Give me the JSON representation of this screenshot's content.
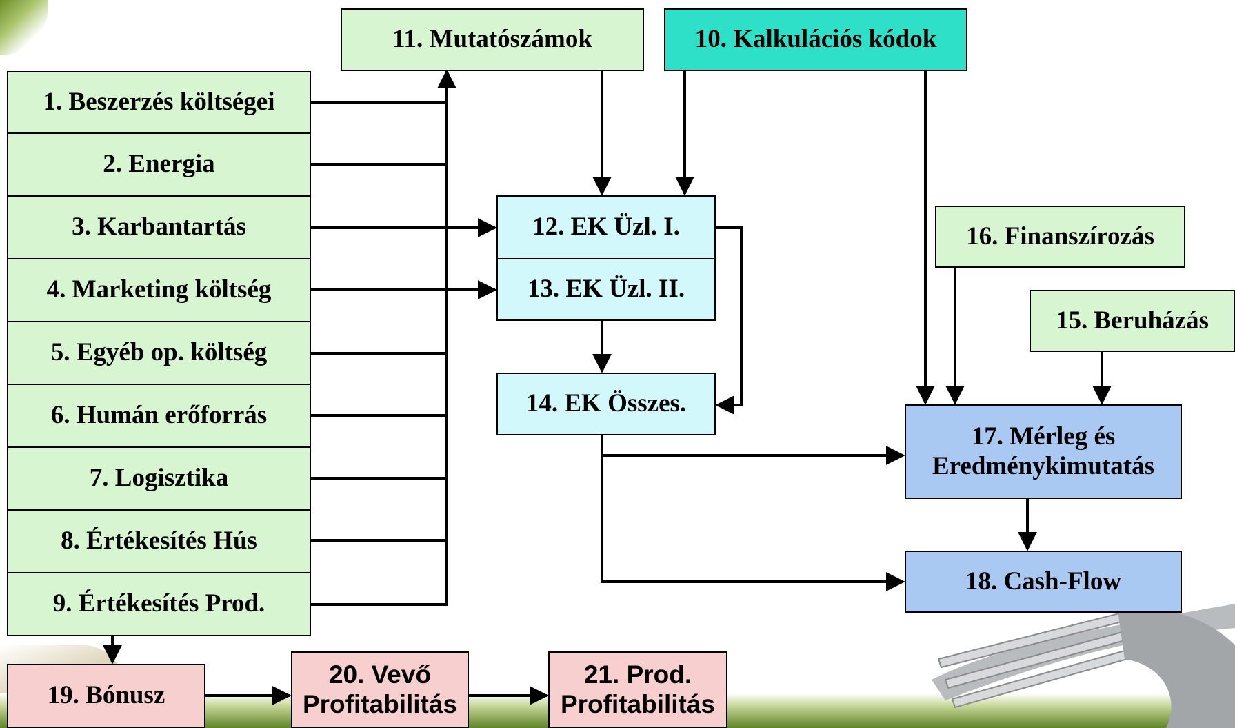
{
  "nodes": {
    "n1": "1. Beszerzés költségei",
    "n2": "2. Energia",
    "n3": "3. Karbantartás",
    "n4": "4. Marketing költség",
    "n5": "5. Egyéb op. költség",
    "n6": "6. Humán erőforrás",
    "n7": "7. Logisztika",
    "n8": "8. Értékesítés Hús",
    "n9": "9. Értékesítés Prod.",
    "n10": "10. Kalkulációs kódok",
    "n11": "11. Mutatószámok",
    "n12": "12. EK Üzl. I.",
    "n13": "13. EK Üzl. II.",
    "n14": "14. EK Összes.",
    "n15": "15. Beruházás",
    "n16": "16. Finanszírozás",
    "n17_line1": "17. Mérleg és",
    "n17_line2": "Eredménykimutatás",
    "n18": "18. Cash-Flow",
    "n19": "19. Bónusz",
    "n20_line1": "20. Vevő",
    "n20_line2": "Profitabilitás",
    "n21_line1": "21. Prod.",
    "n21_line2": "Profitabilitás"
  },
  "colors": {
    "input_green": "#d6f5d0",
    "code_teal": "#2fe0c8",
    "report_cyan": "#d2f8fb",
    "statement_blue": "#a9c9f2",
    "profit_pink": "#f8cfcf"
  }
}
